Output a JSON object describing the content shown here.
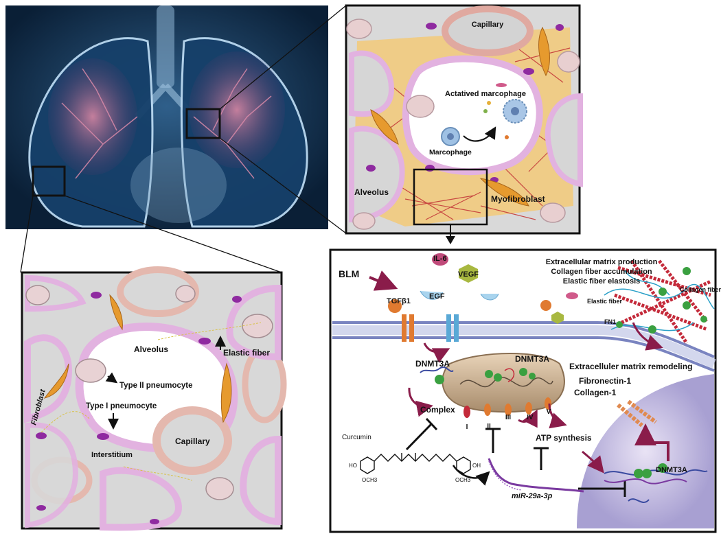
{
  "lung_image": {
    "label": ""
  },
  "alveolus_healthy": {
    "alveolus": "Alveolus",
    "type2": "Type II pneumocyte",
    "type1": "Type I pneumocyte",
    "elastic": "Elastic fiber",
    "fibroblast": "Fibroblast",
    "capillary": "Capillary",
    "interstitium": "Interstitium"
  },
  "alveolus_fibrotic": {
    "capillary": "Capillary",
    "activated": "Actatived marcophage",
    "macrophage": "Marcophage",
    "alveolus": "Alveolus",
    "myofibroblast": "Myofibroblast"
  },
  "mechanism": {
    "blm": "BLM",
    "il6": "IL-6",
    "vegf": "VEGF",
    "egf": "EGF",
    "tgfb1": "TGFβ1",
    "ecm1": "Extracellular matrix production",
    "ecm2": "Collagen fiber accumulation",
    "ecm3": "Elastic fiber elastosis",
    "collagen_fiber": "Collagen fiber",
    "elastic_fiber": "Elastic fiber",
    "fn1": "FN1",
    "dnmt_left": "DNMT3A",
    "dnmt_mito": "DNMT3A",
    "ecm_remodel": "Extracelluler matrix remodeling",
    "fibronectin": "Fibronectin-1",
    "collagen1": "Collagen-1",
    "complex": "Complex",
    "c1": "I",
    "c2": "II",
    "c3": "III",
    "c4": "IV",
    "c5": "V",
    "atp": "ATP synthesis",
    "curcumin": "Curcumin",
    "ho": "HO",
    "och3a": "OCH3",
    "och3b": "OCH3",
    "oh": "OH",
    "mir": "miR-29a-3p",
    "dnmt_nucleus": "DNMT3A"
  },
  "colors": {
    "lung_bg": "#0d2a45",
    "membrane": "#e2b2e0",
    "interstitium": "#f2c978",
    "arrow": "#8a1c4a"
  }
}
